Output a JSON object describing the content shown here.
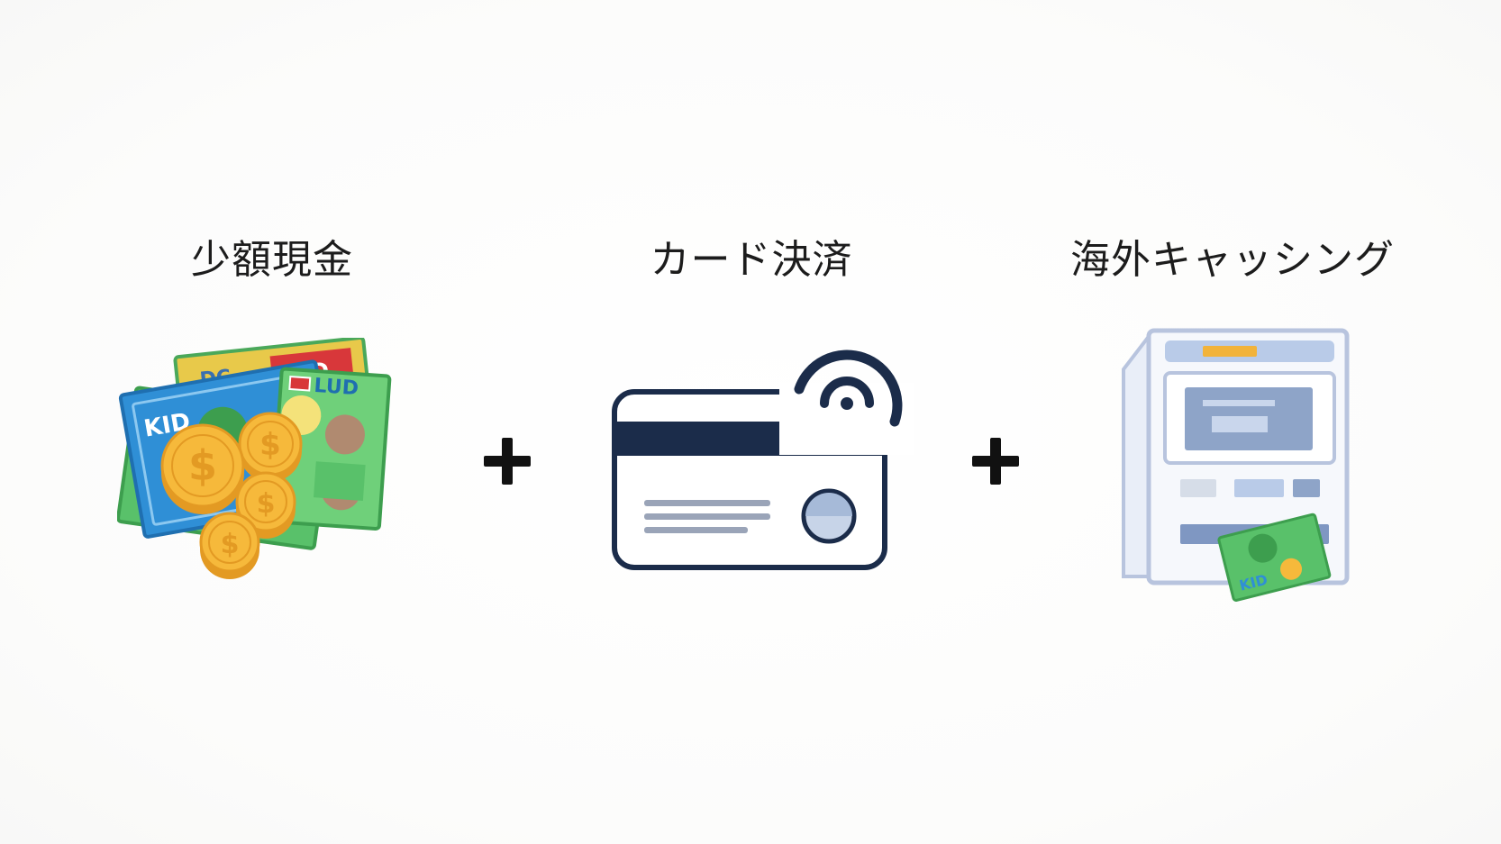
{
  "items": [
    {
      "label": "少額現金",
      "icon": "cash-and-coins-icon"
    },
    {
      "label": "カード決済",
      "icon": "contactless-card-icon"
    },
    {
      "label": "海外キャッシング",
      "icon": "atm-icon"
    }
  ],
  "colors": {
    "text": "#1c1c1c",
    "card_navy": "#1b2c4a",
    "coin_gold": "#f2b33a",
    "bill_green": "#5cc46a",
    "bill_blue": "#2f8fd6",
    "atm_frame": "#b8c4de"
  }
}
